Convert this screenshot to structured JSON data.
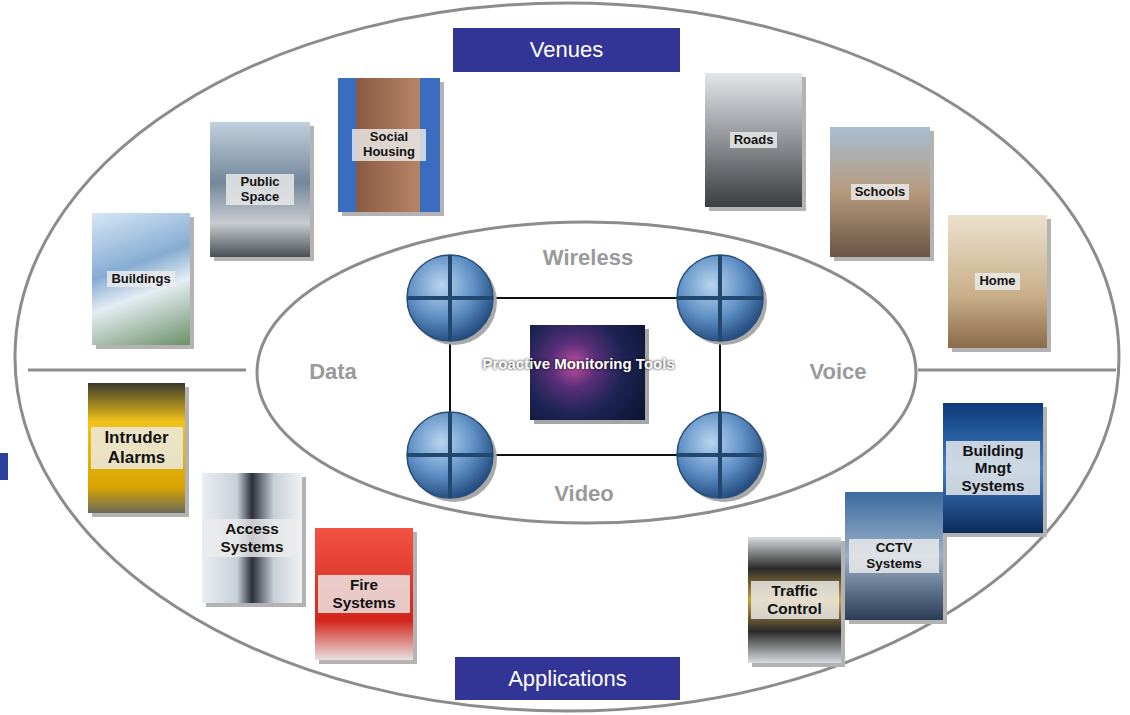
{
  "diagram": {
    "nodes": [
      {
        "text": [
          "Venues"
        ]
      },
      {
        "text": [
          "Buildings"
        ]
      },
      {
        "text": [
          "Public Space"
        ]
      },
      {
        "text": [
          "Social Housing"
        ]
      },
      {
        "text": [
          "Roads"
        ]
      },
      {
        "text": [
          "Schools"
        ]
      },
      {
        "text": [
          "Home"
        ]
      },
      {
        "text": [
          "Wireless",
          "Data",
          "Voice",
          "Video"
        ]
      },
      {
        "text": [
          "Proactive Monitoring Tools"
        ],
        "in": 7
      },
      {
        "text": [
          "Intruder Alarms"
        ]
      },
      {
        "text": [
          "Access Systems"
        ]
      },
      {
        "text": [
          "Fire Systems"
        ]
      },
      {
        "text": [
          "Traffic Control"
        ]
      },
      {
        "text": [
          "CCTV Systems"
        ]
      },
      {
        "text": [
          "Building Mngt Systems"
        ]
      },
      {
        "text": [
          "Applications"
        ]
      }
    ]
  }
}
